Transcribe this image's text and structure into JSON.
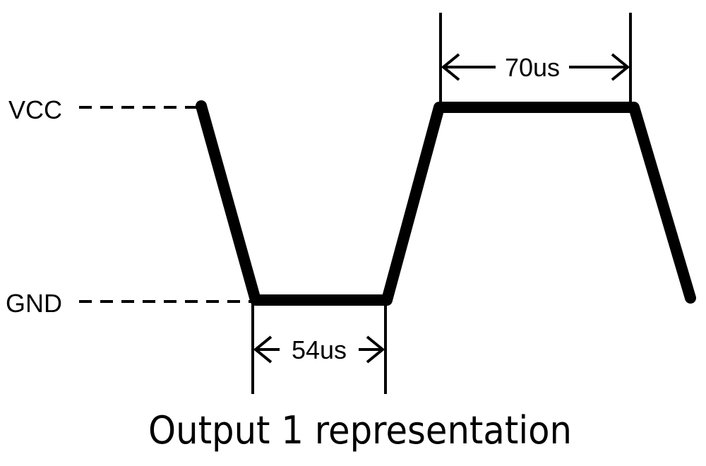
{
  "diagram": {
    "levels": {
      "high": "VCC",
      "low": "GND"
    },
    "durations": {
      "low_pulse": "54us",
      "high_pulse": "70us"
    },
    "caption": "Output 1 representation"
  },
  "colors": {
    "ink": "#000000",
    "background": "#ffffff"
  }
}
